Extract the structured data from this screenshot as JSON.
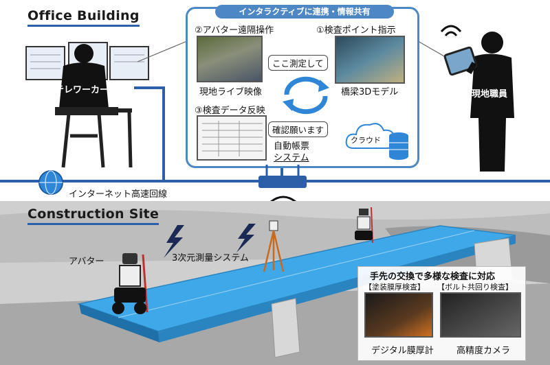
{
  "office": {
    "title": "Office Building"
  },
  "site": {
    "title": "Construction Site"
  },
  "panel": {
    "header": "インタラクティブに連携・情報共有"
  },
  "steps": {
    "avatar_remote": "②アバター遠隔操作",
    "inspection_point": "①検査ポイント指示",
    "data_reflect": "③検査データ反映"
  },
  "captions": {
    "live_video": "現地ライブ映像",
    "bridge_3d": "橋梁3Dモデル",
    "auto_form_line1": "自動帳票",
    "auto_form_line2": "システム",
    "cloud": "クラウド"
  },
  "callouts": {
    "measure_here": "ここ測定して",
    "please_confirm": "確認願います"
  },
  "people": {
    "teleworker": "テレワーカー",
    "field_staff": "現地職員"
  },
  "network": {
    "label": "インターネット高速回線"
  },
  "site_labels": {
    "avatar": "アバター",
    "survey_system": "3次元測量システム"
  },
  "inspection": {
    "title": "手先の交換で多様な検査に対応",
    "coating": "【塗装膜厚検査】",
    "bolt": "【ボルト共回り検査】",
    "digital_gauge": "デジタル膜厚計",
    "hd_camera": "高精度カメラ"
  },
  "colors": {
    "accent": "#4d87c4",
    "network": "#2b5fa8",
    "bridge": "#3fa8e8"
  }
}
